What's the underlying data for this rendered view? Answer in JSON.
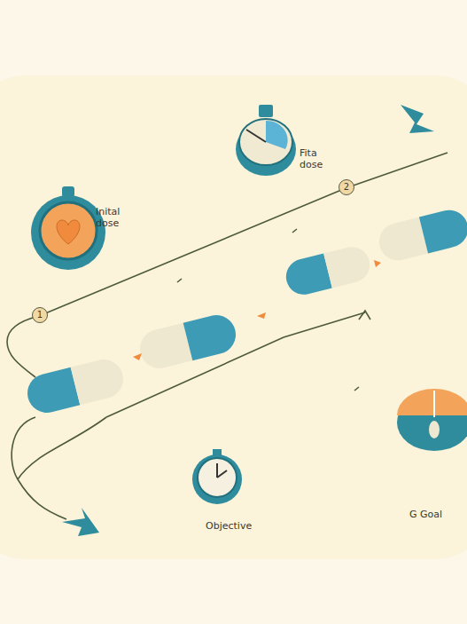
{
  "diagram": {
    "labels": [
      "Inital dose",
      "Fita dose",
      "1",
      "2",
      "Objective",
      "G Goal"
    ]
  }
}
